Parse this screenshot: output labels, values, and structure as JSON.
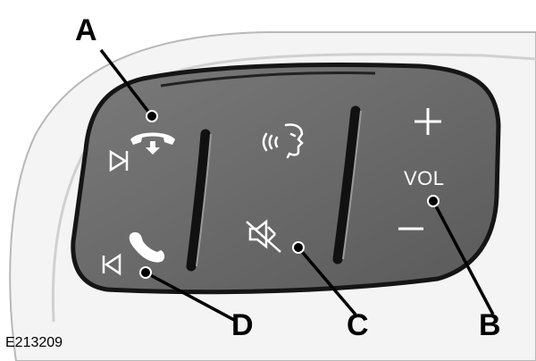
{
  "callouts": {
    "a": "A",
    "b": "B",
    "c": "C",
    "d": "D"
  },
  "button_labels": {
    "volume": "VOL",
    "plus": "+",
    "minus": "−"
  },
  "figure_id": "E213209",
  "icons": [
    "phone-hangup-icon",
    "seek-next-icon",
    "voice-command-icon",
    "mute-icon",
    "phone-answer-icon",
    "seek-previous-icon",
    "volume-up-icon",
    "volume-down-icon"
  ],
  "colors": {
    "panel": "#6b6b6b",
    "panel_edge": "#1a1a1a",
    "housing": "#f2f2f2",
    "symbols": "#ffffff"
  }
}
